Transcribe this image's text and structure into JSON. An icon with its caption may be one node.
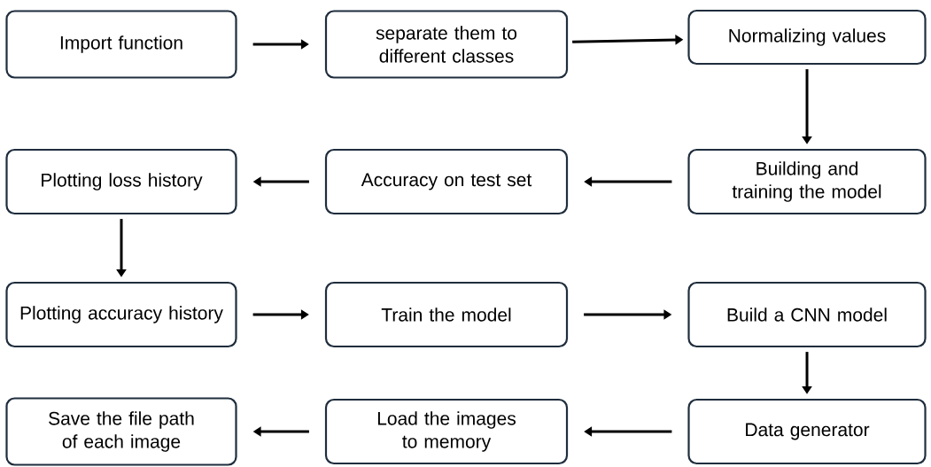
{
  "diagram": {
    "nodes": [
      {
        "text": [
          "Import function"
        ]
      },
      {
        "text": [
          "separate them to different classes"
        ]
      },
      {
        "text": [
          "Normalizing values"
        ]
      },
      {
        "text": [
          "Building and training the model"
        ]
      },
      {
        "text": [
          "Accuracy on test set"
        ]
      },
      {
        "text": [
          "Plotting loss history"
        ]
      },
      {
        "text": [
          "Plotting accuracy history"
        ]
      },
      {
        "text": [
          "Train the model"
        ]
      },
      {
        "text": [
          "Build a CNN model"
        ]
      },
      {
        "text": [
          "Data generator"
        ]
      },
      {
        "text": [
          "Load the images to memory"
        ]
      },
      {
        "text": [
          "Save the file path of each image"
        ]
      }
    ],
    "edges": [
      {
        "from": 0,
        "to": 1,
        "arrow": "to"
      },
      {
        "from": 1,
        "to": 2,
        "arrow": "to"
      },
      {
        "from": 2,
        "to": 3,
        "arrow": "to"
      },
      {
        "from": 3,
        "to": 4,
        "arrow": "to"
      },
      {
        "from": 4,
        "to": 5,
        "arrow": "to"
      },
      {
        "from": 5,
        "to": 6,
        "arrow": "to"
      },
      {
        "from": 6,
        "to": 7,
        "arrow": "to"
      },
      {
        "from": 7,
        "to": 8,
        "arrow": "to"
      },
      {
        "from": 8,
        "to": 9,
        "arrow": "to"
      },
      {
        "from": 9,
        "to": 10,
        "arrow": "to"
      },
      {
        "from": 10,
        "to": 11,
        "arrow": "to"
      }
    ]
  }
}
